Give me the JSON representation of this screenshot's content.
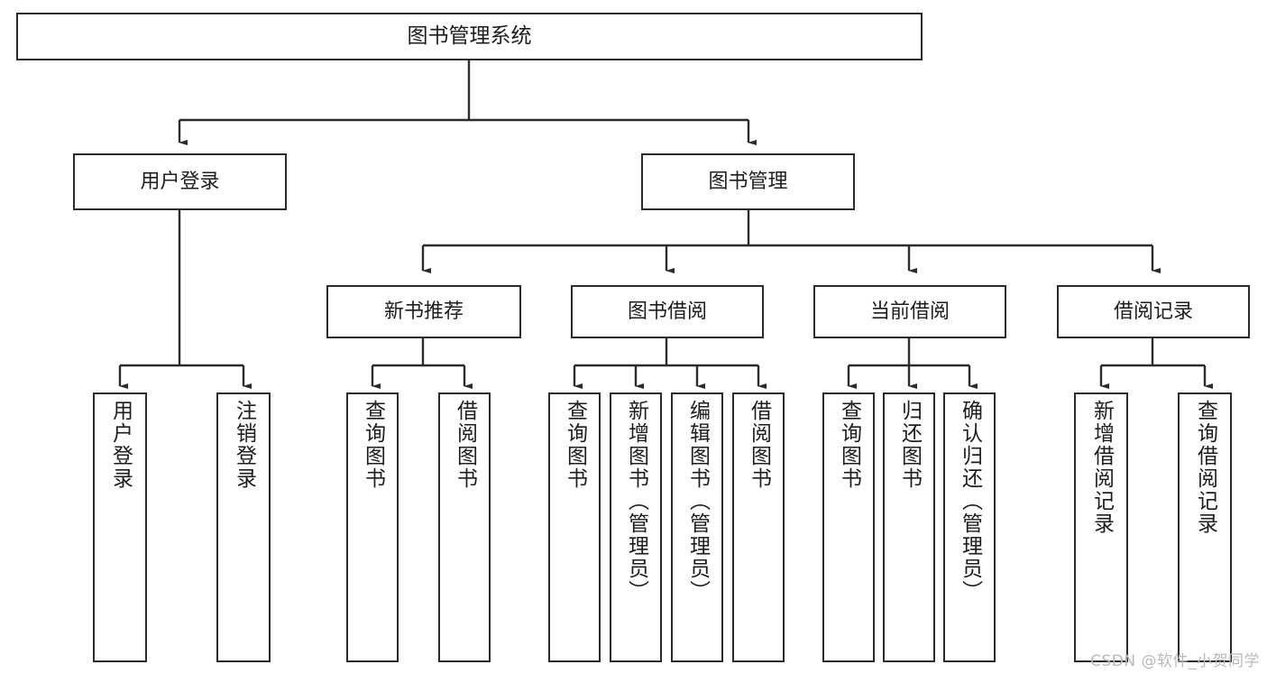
{
  "diagram": {
    "type": "tree-hierarchy-chart",
    "title": "图书管理系统",
    "watermark": "CSDN @软件_小贺同学",
    "colors": {
      "stroke": "#2b2b2b",
      "fill": "#ffffff",
      "text": "#1d1d1d",
      "watermark": "#b9b9b9"
    },
    "nodes": {
      "root": {
        "label": "图书管理系统"
      },
      "level2": [
        {
          "id": "user-login",
          "label": "用户登录"
        },
        {
          "id": "book-management",
          "label": "图书管理"
        }
      ],
      "level3": [
        {
          "id": "new-book-recommend",
          "label": "新书推荐"
        },
        {
          "id": "book-borrow",
          "label": "图书借阅"
        },
        {
          "id": "current-borrow",
          "label": "当前借阅"
        },
        {
          "id": "borrow-record",
          "label": "借阅记录"
        }
      ],
      "leaves": {
        "user-login": [
          {
            "id": "leaf-user-login",
            "label": "用户登录"
          },
          {
            "id": "leaf-logout",
            "label": "注销登录"
          }
        ],
        "new-book-recommend": [
          {
            "id": "leaf-query-book-1",
            "label": "查询图书"
          },
          {
            "id": "leaf-borrow-book-1",
            "label": "借阅图书"
          }
        ],
        "book-borrow": [
          {
            "id": "leaf-query-book-2",
            "label": "查询图书"
          },
          {
            "id": "leaf-add-book",
            "label": "新增图书（管理员）"
          },
          {
            "id": "leaf-edit-book",
            "label": "编辑图书（管理员）"
          },
          {
            "id": "leaf-borrow-book-2",
            "label": "借阅图书"
          }
        ],
        "current-borrow": [
          {
            "id": "leaf-query-book-3",
            "label": "查询图书"
          },
          {
            "id": "leaf-return-book",
            "label": "归还图书"
          },
          {
            "id": "leaf-confirm-return",
            "label": "确认归还（管理员）"
          }
        ],
        "borrow-record": [
          {
            "id": "leaf-add-record",
            "label": "新增借阅记录"
          },
          {
            "id": "leaf-query-record",
            "label": "查询借阅记录"
          }
        ]
      }
    }
  }
}
